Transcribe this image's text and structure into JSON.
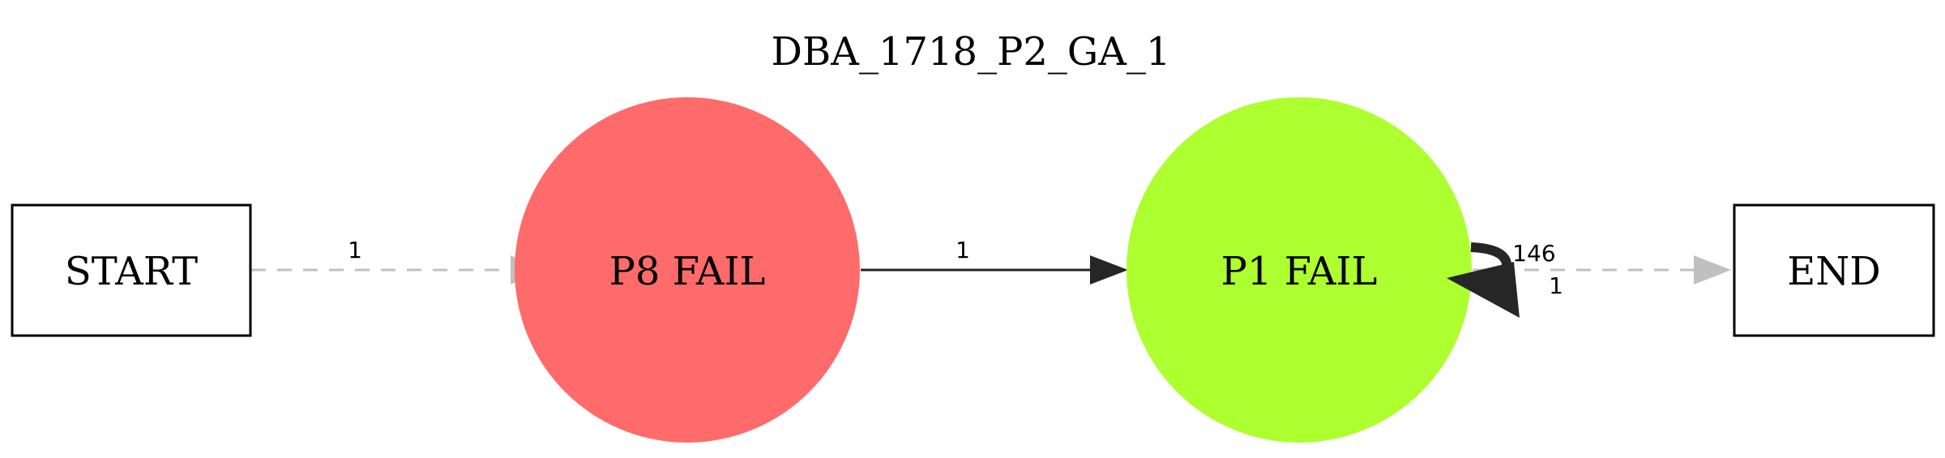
{
  "diagram": {
    "title": "DBA_1718_P2_GA_1",
    "nodes": {
      "start": {
        "label": "START"
      },
      "p8": {
        "label": "P8 FAIL",
        "fill": "#ff6b6b"
      },
      "p1": {
        "label": "P1 FAIL",
        "fill": "#adff2f"
      },
      "end": {
        "label": "END"
      }
    },
    "edges": {
      "start_p8": {
        "label": "1",
        "style": "dashed",
        "color": "#c0c0c0"
      },
      "p8_p1": {
        "label": "1",
        "style": "solid",
        "color": "#262626"
      },
      "p1_self": {
        "label": "146",
        "style": "solid",
        "color": "#262626"
      },
      "p1_end": {
        "label": "1",
        "style": "dashed",
        "color": "#c0c0c0"
      }
    }
  }
}
